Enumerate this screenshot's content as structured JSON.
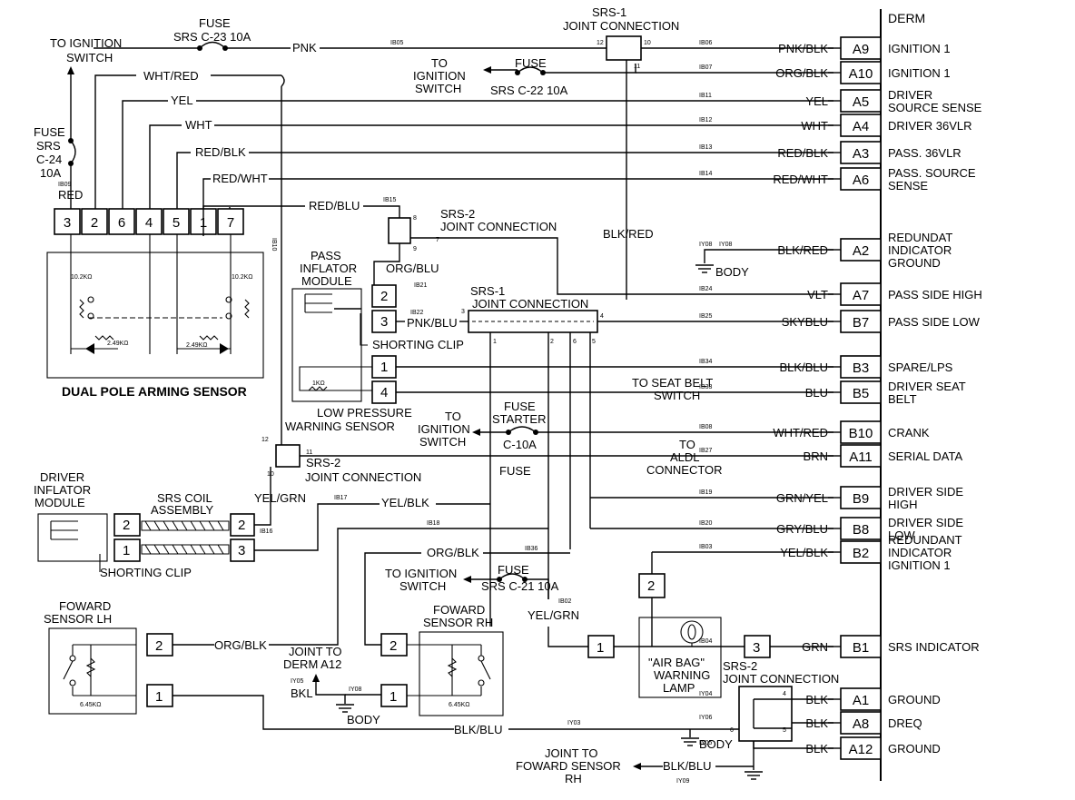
{
  "derm": {
    "title": "DERM",
    "pins": [
      {
        "pin": "A9",
        "wire": "PNK/BLK",
        "circuit": "IB06",
        "desc": [
          "IGNITION 1"
        ]
      },
      {
        "pin": "A10",
        "wire": "ORG/BLK",
        "circuit": "IB07",
        "desc": [
          "IGNITION 1"
        ]
      },
      {
        "pin": "A5",
        "wire": "YEL",
        "circuit": "IB11",
        "desc": [
          "DRIVER",
          "SOURCE SENSE"
        ]
      },
      {
        "pin": "A4",
        "wire": "WHT",
        "circuit": "IB12",
        "desc": [
          "DRIVER 36VLR"
        ]
      },
      {
        "pin": "A3",
        "wire": "RED/BLK",
        "circuit": "IB13",
        "desc": [
          "PASS. 36VLR"
        ]
      },
      {
        "pin": "A6",
        "wire": "RED/WHT",
        "circuit": "IB14",
        "desc": [
          "PASS. SOURCE",
          "SENSE"
        ]
      },
      {
        "pin": "A2",
        "wire": "BLK/RED",
        "circuit": "IY08",
        "desc": [
          "REDUNDAT",
          "INDICATOR",
          "GROUND"
        ]
      },
      {
        "pin": "A7",
        "wire": "VLT",
        "circuit": "IB24",
        "desc": [
          "PASS SIDE HIGH"
        ]
      },
      {
        "pin": "B7",
        "wire": "SKYBLU",
        "circuit": "IB25",
        "desc": [
          "PASS SIDE LOW"
        ]
      },
      {
        "pin": "B3",
        "wire": "BLK/BLU",
        "circuit": "IB34",
        "desc": [
          "SPARE/LPS"
        ]
      },
      {
        "pin": "B5",
        "wire": "BLU",
        "circuit": "IB33",
        "desc": [
          "DRIVER SEAT",
          "BELT"
        ]
      },
      {
        "pin": "B10",
        "wire": "WHT/RED",
        "circuit": "IB08",
        "desc": [
          "CRANK"
        ]
      },
      {
        "pin": "A11",
        "wire": "BRN",
        "circuit": "IB27",
        "desc": [
          "SERIAL DATA"
        ]
      },
      {
        "pin": "B9",
        "wire": "GRN/YEL",
        "circuit": "IB19",
        "desc": [
          "DRIVER SIDE",
          "HIGH"
        ]
      },
      {
        "pin": "B8",
        "wire": "GRY/BLU",
        "circuit": "IB20",
        "desc": [
          "DRIVER SIDE",
          "LOW"
        ]
      },
      {
        "pin": "B2",
        "wire": "YEL/BLK",
        "circuit": "IB03",
        "desc": [
          "REDUNDANT",
          "INDICATOR",
          "IGNITION 1"
        ]
      },
      {
        "pin": "B1",
        "wire": "GRN",
        "circuit": "IB04",
        "desc": [
          "SRS INDICATOR"
        ]
      },
      {
        "pin": "A1",
        "wire": "BLK",
        "circuit": "IY04",
        "desc": [
          "GROUND"
        ]
      },
      {
        "pin": "A8",
        "wire": "BLK",
        "circuit": "IY06",
        "desc": [
          "DREQ"
        ]
      },
      {
        "pin": "A12",
        "wire": "BLK",
        "circuit": "IY05",
        "desc": [
          "GROUND"
        ]
      }
    ]
  },
  "labels": {
    "to_ignition_switch": [
      "TO IGNITION",
      "SWITCH"
    ],
    "fuse_c23": [
      "FUSE",
      "SRS C-23 10A"
    ],
    "pnk": "PNK",
    "ib05": "IB05",
    "srs1_top": [
      "SRS-1",
      "JOINT CONNECTION"
    ],
    "srs1_top_pins": [
      "12",
      "10",
      "11"
    ],
    "to_ignition_switch_2": [
      "TO",
      "IGNITION",
      "SWITCH"
    ],
    "fuse_c22": [
      "FUSE",
      "SRS C-22 10A"
    ],
    "wht_red": "WHT/RED",
    "yel": "YEL",
    "wht": "WHT",
    "red_blk": "RED/BLK",
    "red_wht": "RED/WHT",
    "fuse_c24": [
      "FUSE",
      "SRS",
      "C-24",
      "10A"
    ],
    "ib09": "IB09",
    "red": "RED",
    "arming_pins": [
      "3",
      "2",
      "6",
      "4",
      "5",
      "1",
      "7"
    ],
    "arming_resistors": [
      "10.2KΩ",
      "2.49KΩ",
      "10.2KΩ",
      "2.49KΩ"
    ],
    "dual_pole": "DUAL POLE ARMING SENSOR",
    "ib10": "IB10",
    "red_blu": "RED/BLU",
    "ib15": "IB15",
    "srs2_a": [
      "SRS-2",
      "JOINT CONNECTION"
    ],
    "srs2_a_pins": [
      "8",
      "9",
      "7"
    ],
    "blk_red": "BLK/RED",
    "body": "BODY",
    "pass_inflator": [
      "PASS",
      "INFLATOR",
      "MODULE"
    ],
    "org_blu": "ORG/BLU",
    "ib21": "IB21",
    "ib22": "IB22",
    "pnk_blu": "PNK/BLU",
    "shorting_clip": "SHORTING CLIP",
    "srs1_mid": [
      "SRS-1",
      "JOINT CONNECTION"
    ],
    "srs1_mid_pins": [
      "3",
      "4",
      "1",
      "2",
      "6",
      "5"
    ],
    "pin2": "2",
    "pin3": "3",
    "pin1": "1",
    "pin4": "4",
    "lps_res": "1KΩ",
    "low_pressure": [
      "LOW PRESSURE",
      "WARNING SENSOR"
    ],
    "to_seat_belt": [
      "TO SEAT  BELT",
      "SWITCH"
    ],
    "to_ign_3": [
      "TO",
      "IGNITION",
      "SWITCH"
    ],
    "fuse_starter": [
      "FUSE",
      "STARTER",
      "C-10A",
      "FUSE"
    ],
    "srs2_b": [
      "SRS-2",
      "JOINT CONNECTION"
    ],
    "srs2_b_pins": [
      "12",
      "11",
      "10"
    ],
    "to_aldl": [
      "TO",
      "ALDL",
      "CONNECTOR"
    ],
    "driver_inflator": [
      "DRIVER",
      "INFLATOR",
      "MODULE"
    ],
    "coil": [
      "SRS COIL",
      "ASSEMBLY"
    ],
    "yel_grn": "YEL/GRN",
    "yel_blk": "YEL/BLK",
    "ib17": "IB17",
    "ib16": "IB16",
    "ib18": "IB18",
    "ib36": "IB36",
    "org_blk": "ORG/BLK",
    "to_ign_4": [
      "TO IGNITION",
      "SWITCH"
    ],
    "fuse_c21": [
      "FUSE",
      "SRS C-21 10A"
    ],
    "ib02": "IB02",
    "foward_lh": [
      "FOWARD",
      "SENSOR LH"
    ],
    "foward_rh": [
      "FOWARD",
      "SENSOR RH"
    ],
    "res_645": "6.45KΩ",
    "joint_derm": [
      "JOINT TO",
      "DERM A12"
    ],
    "iy05": "IY05",
    "bkl": "BKL",
    "iy08": "IY08",
    "iy03": "IY03",
    "iy09": "IY09",
    "blk_blu": "BLK/BLU",
    "lamp": [
      "\"AIR BAG\"",
      "WARNING",
      "LAMP"
    ],
    "srs2_c": [
      "SRS-2",
      "JOINT CONNECTION"
    ],
    "srs2_c_pins": [
      "4",
      "6",
      "5"
    ],
    "joint_foward": [
      "JOINT TO",
      "FOWARD SENSOR",
      "RH"
    ]
  }
}
